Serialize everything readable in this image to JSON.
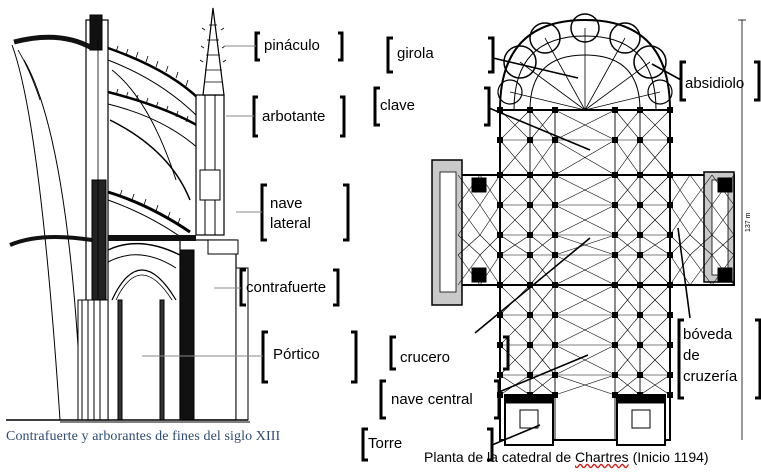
{
  "labels": {
    "pinaculo": "pináculo",
    "arbotante": "arbotante",
    "nave_lateral_1": "nave",
    "nave_lateral_2": "lateral",
    "contrafuerte": "contrafuerte",
    "portico": "Pórtico",
    "girola": "girola",
    "absidiolo": "absidiolo",
    "clave": "clave",
    "crucero": "crucero",
    "nave_central": "nave central",
    "torre": "Torre",
    "boveda_1": "bóveda",
    "boveda_2": "de",
    "boveda_3": "cruzería",
    "scale": "137 m"
  },
  "captions": {
    "left": "Contrafuerte y arborantes de fines del siglo XIII",
    "right_pre": "Planta de la catedral de ",
    "right_name": "Chartres",
    "right_post": " (Inicio 1194)"
  }
}
